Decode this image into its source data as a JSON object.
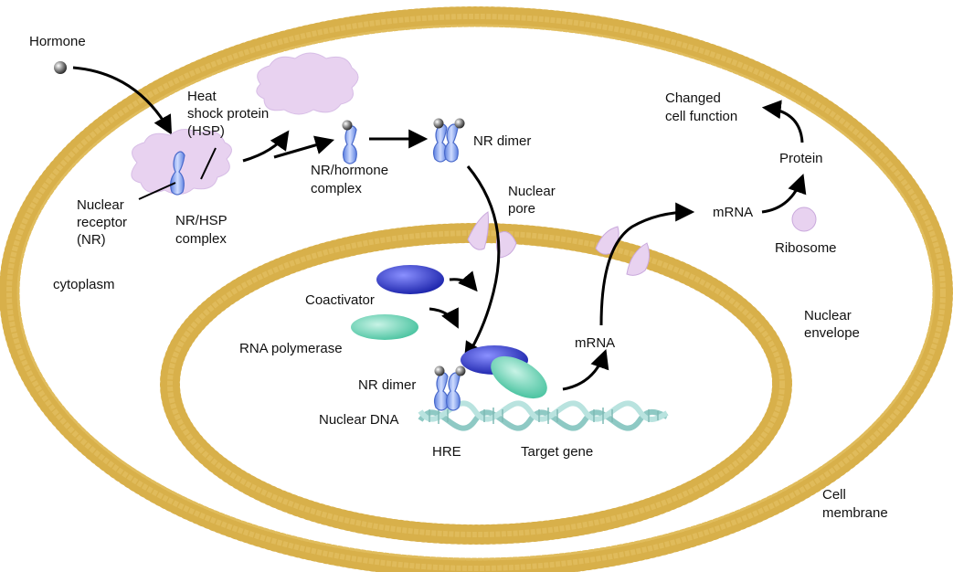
{
  "labels": {
    "hormone": "Hormone",
    "hsp": [
      "Heat",
      "shock protein",
      "(HSP)"
    ],
    "nuclear_receptor": [
      "Nuclear",
      "receptor",
      "(NR)"
    ],
    "nr_hsp_complex": [
      "NR/HSP",
      "complex"
    ],
    "nr_hormone_complex": [
      "NR/hormone",
      "complex"
    ],
    "nr_dimer_top": "NR dimer",
    "nuclear_pore": [
      "Nuclear",
      "pore"
    ],
    "changed_cell_function": [
      "Changed",
      "cell function"
    ],
    "protein": "Protein",
    "mrna_outer": "mRNA",
    "ribosome": "Ribosome",
    "cytoplasm": "cytoplasm",
    "coactivator": "Coactivator",
    "rna_polymerase": "RNA polymerase",
    "nr_dimer_dna": "NR dimer",
    "nuclear_dna": "Nuclear DNA",
    "hre": "HRE",
    "target_gene": "Target gene",
    "mrna_inner": "mRNA",
    "nuclear_envelope": [
      "Nuclear",
      "envelope"
    ],
    "cell_membrane": [
      "Cell",
      "membrane"
    ]
  },
  "colors": {
    "membrane": "#e7c46a",
    "hsp": "#e8d2f0",
    "receptor": "#8aaaf0",
    "coactivator": "#2a33c8",
    "rna_polymerase": "#5fd0b0",
    "dna": "#a7d8d4"
  }
}
